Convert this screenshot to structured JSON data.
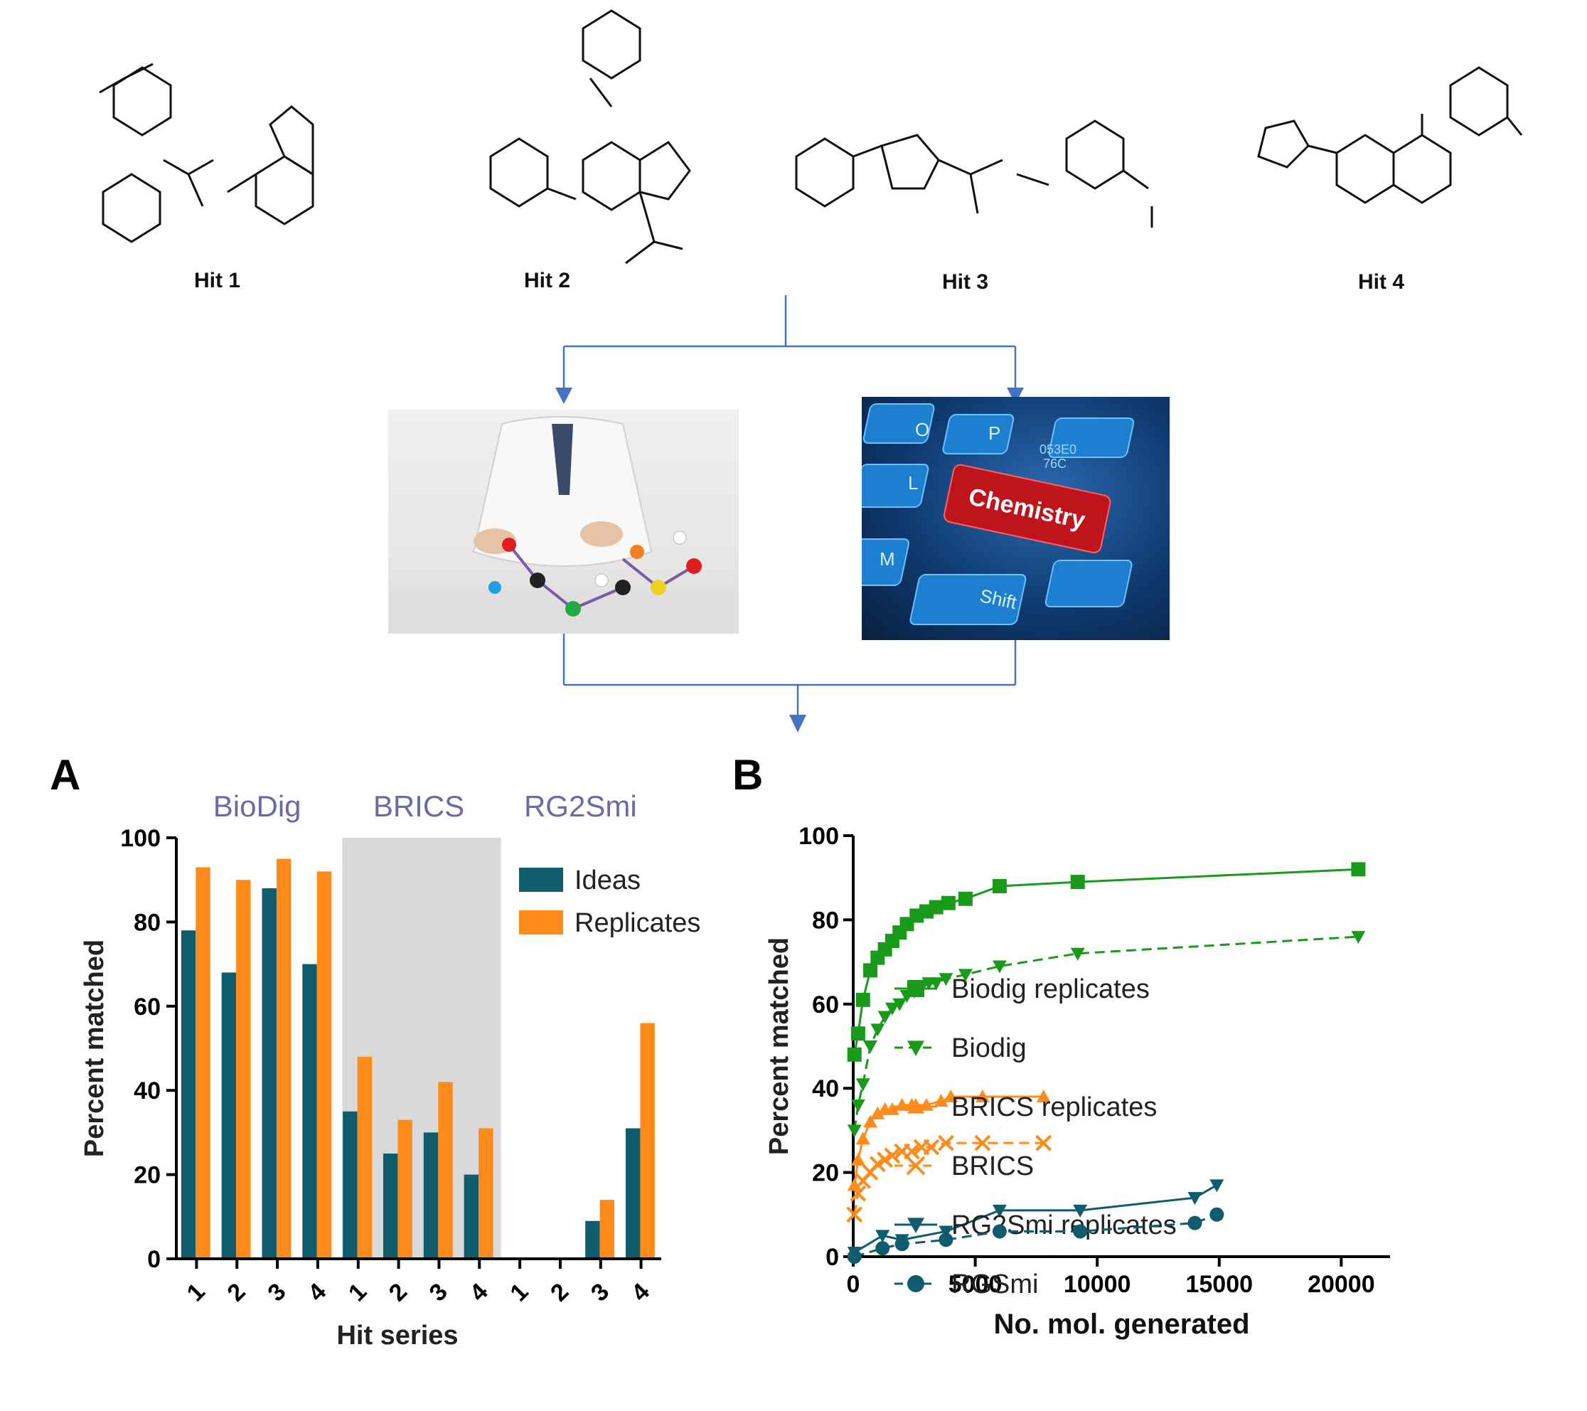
{
  "hits": [
    {
      "label": "Hit 1"
    },
    {
      "label": "Hit 2"
    },
    {
      "label": "Hit 3"
    },
    {
      "label": "Hit 4"
    }
  ],
  "photos": {
    "chemist": {
      "alt": "chemist-building-molecular-model"
    },
    "keyboard": {
      "key_text": "Chemistry",
      "shift_text": "Shift",
      "letters": [
        "O",
        "P",
        "L",
        "M"
      ],
      "hex_text": "053E0",
      "hex_text_2": "76C"
    }
  },
  "colors": {
    "green": "#1a9a1a",
    "orange": "#ff8c1a",
    "teal": "#0e5c6e",
    "arrow": "#4472c4",
    "group_label": "#6a6aa8",
    "shade": "#d9d9d9"
  },
  "chart_data": [
    {
      "panel": "A",
      "type": "bar",
      "xlabel": "Hit series",
      "ylabel": "Percent matched",
      "ylim": [
        0,
        100
      ],
      "yticks": [
        0,
        20,
        40,
        60,
        80,
        100
      ],
      "groups": [
        "BioDig",
        "BRICS",
        "RG2Smi"
      ],
      "categories": [
        "1",
        "2",
        "3",
        "4",
        "1",
        "2",
        "3",
        "4",
        "1",
        "2",
        "3",
        "4"
      ],
      "legend_position": "top-right",
      "series": [
        {
          "name": "Ideas",
          "color": "#0e5c6e",
          "values": [
            78,
            68,
            88,
            70,
            35,
            25,
            30,
            20,
            0,
            0,
            9,
            31
          ]
        },
        {
          "name": "Replicates",
          "color": "#ff8c1a",
          "values": [
            93,
            90,
            95,
            92,
            48,
            33,
            42,
            31,
            0,
            0,
            14,
            56
          ]
        }
      ]
    },
    {
      "panel": "B",
      "type": "line",
      "xlabel": "No. mol. generated",
      "ylabel": "Percent matched",
      "xlim": [
        0,
        22000
      ],
      "ylim": [
        0,
        100
      ],
      "xticks": [
        0,
        5000,
        10000,
        15000,
        20000
      ],
      "yticks": [
        0,
        20,
        40,
        60,
        80,
        100
      ],
      "legend_position": "right",
      "series": [
        {
          "name": "Biodig replicates",
          "color": "#1a9a1a",
          "dash": false,
          "marker": "square",
          "x": [
            50,
            200,
            400,
            700,
            1000,
            1300,
            1600,
            1900,
            2200,
            2600,
            3000,
            3400,
            3900,
            4600,
            6000,
            9200,
            20700
          ],
          "y": [
            48,
            53,
            61,
            68,
            71,
            73,
            75,
            77,
            79,
            81,
            82,
            83,
            84,
            85,
            88,
            89,
            92
          ]
        },
        {
          "name": "Biodig",
          "color": "#1a9a1a",
          "dash": true,
          "marker": "triangle-down",
          "x": [
            50,
            200,
            400,
            700,
            1000,
            1300,
            1600,
            1900,
            2200,
            2500,
            2800,
            3100,
            3400,
            3800,
            4600,
            6000,
            9200,
            20700
          ],
          "y": [
            30,
            36,
            41,
            50,
            54,
            57,
            59,
            60,
            62,
            63,
            64,
            65,
            65,
            66,
            67,
            69,
            72,
            76
          ]
        },
        {
          "name": "BRICS replicates",
          "color": "#ff8c1a",
          "dash": false,
          "marker": "triangle-up",
          "x": [
            50,
            200,
            400,
            700,
            1000,
            1300,
            1600,
            2000,
            2400,
            3000,
            3600,
            4000,
            5300,
            7800
          ],
          "y": [
            17,
            23,
            28,
            32,
            34,
            35,
            35,
            36,
            36,
            36,
            37,
            38,
            38,
            38
          ]
        },
        {
          "name": "BRICS",
          "color": "#ff8c1a",
          "dash": true,
          "marker": "x",
          "x": [
            50,
            200,
            400,
            700,
            1000,
            1300,
            1600,
            2000,
            2400,
            2800,
            3200,
            3800,
            5300,
            7800
          ],
          "y": [
            10,
            15,
            18,
            20,
            22,
            23,
            24,
            25,
            25,
            26,
            26,
            27,
            27,
            27
          ]
        },
        {
          "name": "RG2Smi replicates",
          "color": "#0e5c6e",
          "dash": false,
          "marker": "triangle-down",
          "x": [
            50,
            1200,
            2000,
            3800,
            6000,
            9300,
            14000,
            14900
          ],
          "y": [
            1,
            5,
            4,
            6,
            11,
            11,
            14,
            17
          ]
        },
        {
          "name": "RGSmi",
          "color": "#0e5c6e",
          "dash": true,
          "marker": "circle",
          "x": [
            50,
            1200,
            2000,
            3800,
            6000,
            9300,
            14000,
            14900
          ],
          "y": [
            0,
            2,
            3,
            4,
            6,
            6,
            8,
            10
          ]
        }
      ]
    }
  ]
}
